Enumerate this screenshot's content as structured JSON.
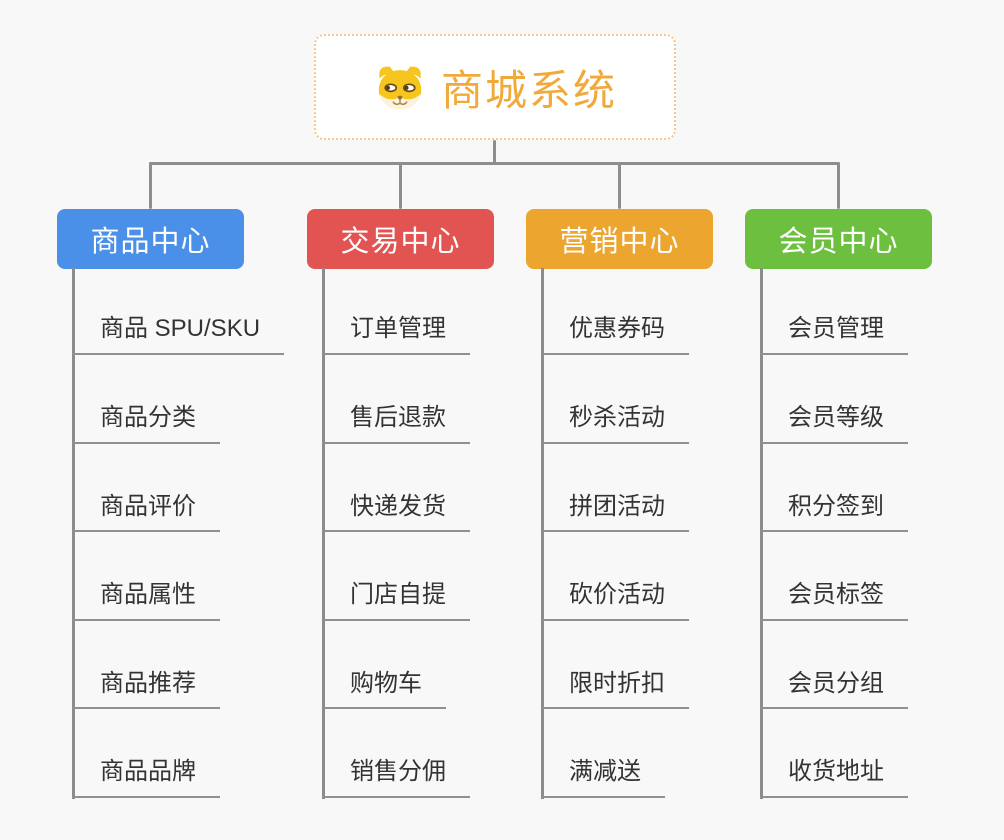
{
  "root": {
    "label": "商城系统",
    "icon": "shiba-dog-icon",
    "text_color": "#f1a93c",
    "border_color": "#f5c98c",
    "background": "#ffffff"
  },
  "connector_color": "#8e8e8e",
  "leaf_underline_color": "#909090",
  "leaf_text_color": "#333333",
  "canvas_background": "#f8f8f8",
  "branches": [
    {
      "label": "商品中心",
      "color": "#4a8fe8",
      "items": [
        "商品 SPU/SKU",
        "商品分类",
        "商品评价",
        "商品属性",
        "商品推荐",
        "商品品牌"
      ]
    },
    {
      "label": "交易中心",
      "color": "#e25452",
      "items": [
        "订单管理",
        "售后退款",
        "快递发货",
        "门店自提",
        "购物车",
        "销售分佣"
      ]
    },
    {
      "label": "营销中心",
      "color": "#eca52f",
      "items": [
        "优惠券码",
        "秒杀活动",
        "拼团活动",
        "砍价活动",
        "限时折扣",
        "满减送"
      ]
    },
    {
      "label": "会员中心",
      "color": "#6dbf40",
      "items": [
        "会员管理",
        "会员等级",
        "积分签到",
        "会员标签",
        "会员分组",
        "收货地址"
      ]
    }
  ]
}
